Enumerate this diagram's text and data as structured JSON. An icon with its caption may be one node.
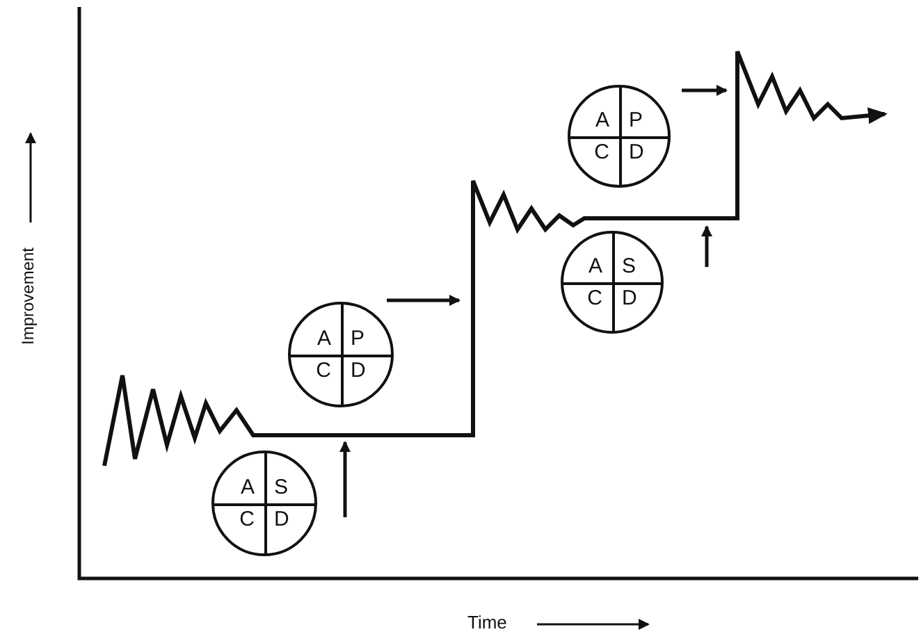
{
  "diagram": {
    "nodes": [
      {
        "text": [
          "A",
          "S",
          "C",
          "D"
        ]
      },
      {
        "text": [
          "A",
          "P",
          "C",
          "D"
        ]
      },
      {
        "text": [
          "A",
          "S",
          "C",
          "D"
        ]
      },
      {
        "text": [
          "A",
          "P",
          "C",
          "D"
        ]
      }
    ],
    "labels": [
      "Improvement",
      "Time"
    ]
  }
}
